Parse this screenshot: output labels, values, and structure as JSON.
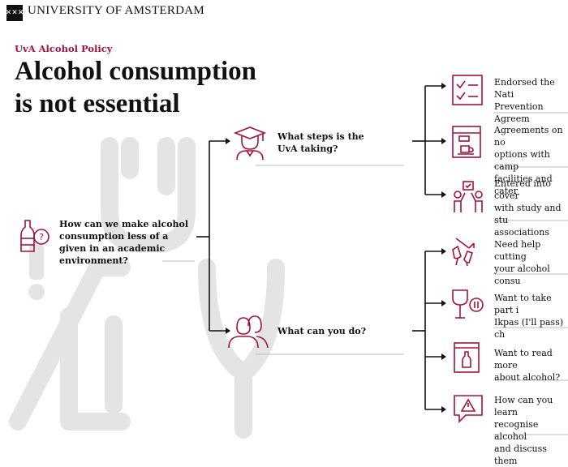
{
  "header": {
    "logo_text": "✕✕✕",
    "university": "UNIVERSITY OF AMSTERDAM"
  },
  "kicker": "UvA Alcohol Policy",
  "title_line1": "Alcohol consumption",
  "title_line2": "is not essential",
  "root_question": "How can we make alcohol consumption less of a given in an academic environment?",
  "branches": {
    "uva": {
      "label": "What steps is the UvA taking?",
      "items": [
        "Endorsed the Nati\nPrevention Agreem",
        "Agreements on no\noptions with camp\nfacilities and cater",
        "Entered into cover\nwith study and stu\nassociations"
      ]
    },
    "you": {
      "label": "What can you do?",
      "items": [
        "Need help cutting\nyour alcohol consu",
        "Want to take part i\nIkpas (I'll pass) ch",
        "Want to read more\nabout alcohol?",
        "How can you learn\nrecognise alcohol\nand discuss them"
      ]
    }
  },
  "colors": {
    "accent": "#a3123f",
    "watermark": "#e2e2e2",
    "rule": "#bdbdbd"
  },
  "icons": [
    "bottle-question-icon",
    "graduate-icon",
    "students-icon",
    "checklist-icon",
    "coffee-machine-icon",
    "agreement-people-icon",
    "toasting-glasses-icon",
    "wine-pause-icon",
    "book-bottle-icon",
    "warning-chat-icon"
  ]
}
